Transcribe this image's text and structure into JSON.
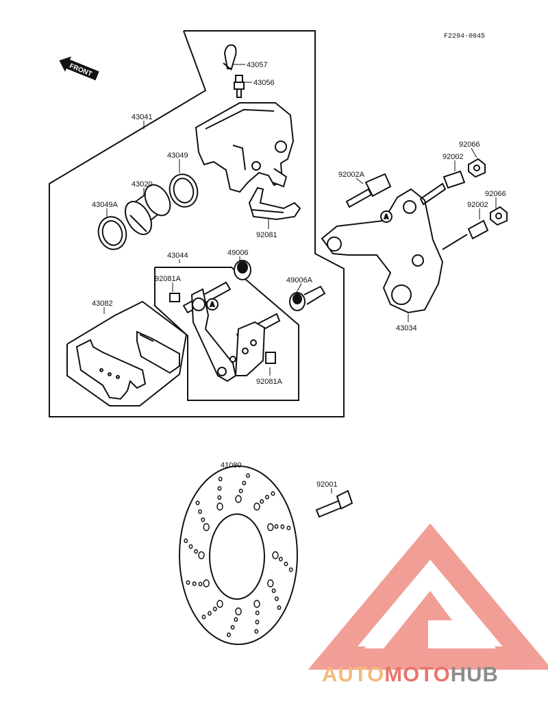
{
  "diagram": {
    "code": "F2294-0045",
    "front_label": "FRONT",
    "ref_mark": "A",
    "labels": {
      "p43057": "43057",
      "p43056": "43056",
      "p43041": "43041",
      "p43049": "43049",
      "p43020": "43020",
      "p43049A": "43049A",
      "p92081": "92081",
      "p43044": "43044",
      "p49006": "49006",
      "p49006A": "49006A",
      "p92081A_top": "92081A",
      "p92081A_bottom": "92081A",
      "p43082": "43082",
      "p92066_top": "92066",
      "p92002_top": "92002",
      "p92002A": "92002A",
      "p92066_bottom": "92066",
      "p92002_bottom": "92002",
      "p43034": "43034",
      "p41080": "41080",
      "p92001": "92001"
    }
  },
  "watermark": {
    "part1": "AUTO",
    "part2": "MOTO",
    "part3": "HUB",
    "color_light": "#f5b97a",
    "color_red": "#e8756b",
    "color_grey": "#8c8c8c"
  }
}
